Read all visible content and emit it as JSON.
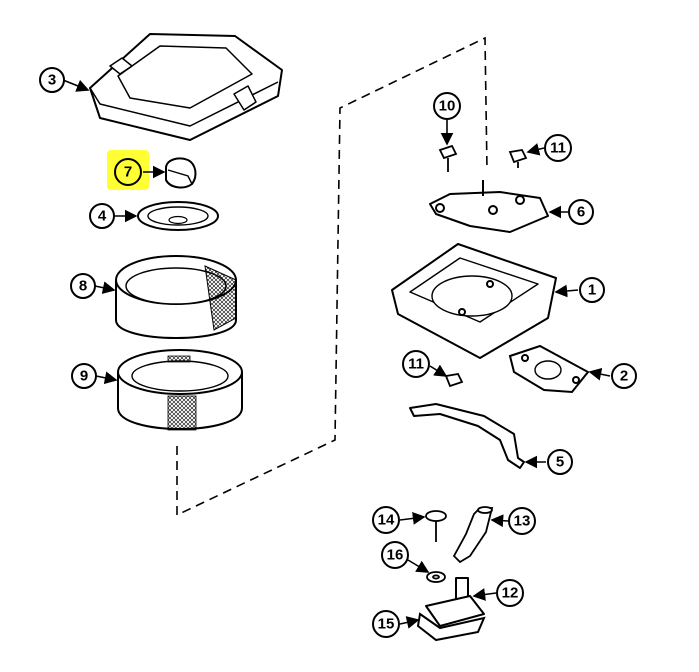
{
  "diagram": {
    "callouts": [
      {
        "id": "c1",
        "label": "1"
      },
      {
        "id": "c2",
        "label": "2"
      },
      {
        "id": "c3",
        "label": "3"
      },
      {
        "id": "c4",
        "label": "4"
      },
      {
        "id": "c5",
        "label": "5"
      },
      {
        "id": "c6",
        "label": "6"
      },
      {
        "id": "c7",
        "label": "7",
        "highlighted": true
      },
      {
        "id": "c8",
        "label": "8"
      },
      {
        "id": "c9",
        "label": "9"
      },
      {
        "id": "c10",
        "label": "10"
      },
      {
        "id": "c11a",
        "label": "11"
      },
      {
        "id": "c11b",
        "label": "11"
      },
      {
        "id": "c12",
        "label": "12"
      },
      {
        "id": "c13",
        "label": "13"
      },
      {
        "id": "c14",
        "label": "14"
      },
      {
        "id": "c15",
        "label": "15"
      },
      {
        "id": "c16",
        "label": "16"
      }
    ],
    "colors": {
      "ink": "#000000",
      "highlight": "#ffff33",
      "paper": "#ffffff"
    }
  }
}
